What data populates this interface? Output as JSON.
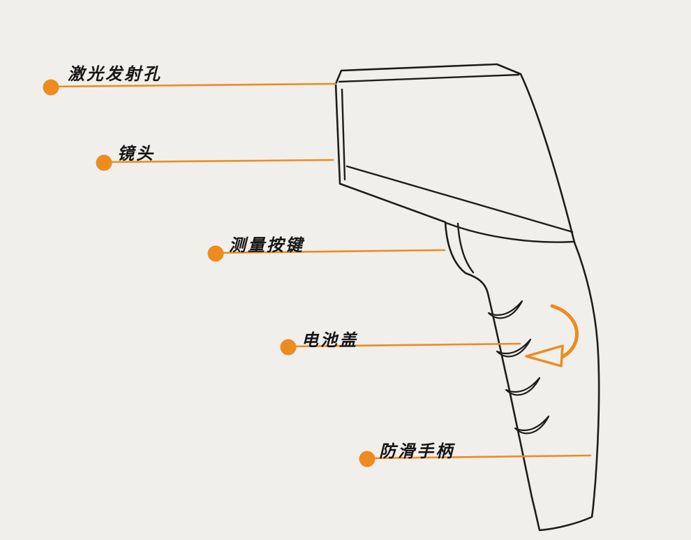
{
  "diagram": {
    "subject": "infrared-thermometer-gun",
    "labels": [
      {
        "id": "laser-emission-hole",
        "text": "激光发射孔"
      },
      {
        "id": "lens",
        "text": "镜头"
      },
      {
        "id": "measure-button",
        "text": "测量按键"
      },
      {
        "id": "battery-cover",
        "text": "电池盖"
      },
      {
        "id": "anti-slip-handle",
        "text": "防滑手柄"
      }
    ]
  },
  "colors": {
    "background": "#f1efec",
    "accent": "#ee8b1e",
    "outline": "#1d1d1b"
  }
}
